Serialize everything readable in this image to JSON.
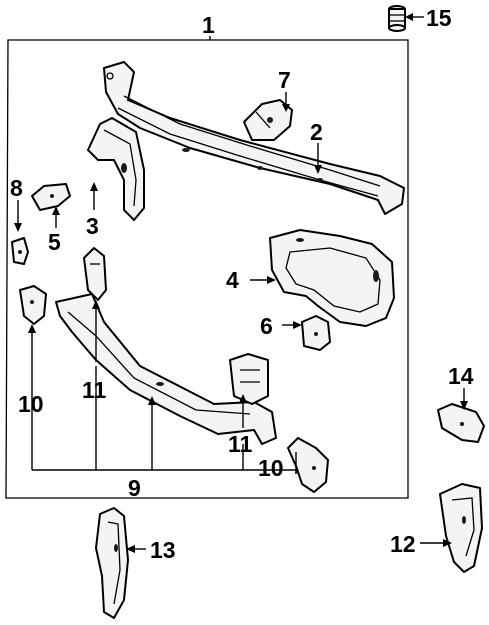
{
  "callouts": {
    "c1": "1",
    "c2": "2",
    "c3": "3",
    "c4": "4",
    "c5": "5",
    "c6": "6",
    "c7": "7",
    "c8": "8",
    "c9": "9",
    "c10_left": "10",
    "c10_right": "10",
    "c11_left": "11",
    "c11_right": "11",
    "c12": "12",
    "c13": "13",
    "c14": "14",
    "c15": "15"
  }
}
